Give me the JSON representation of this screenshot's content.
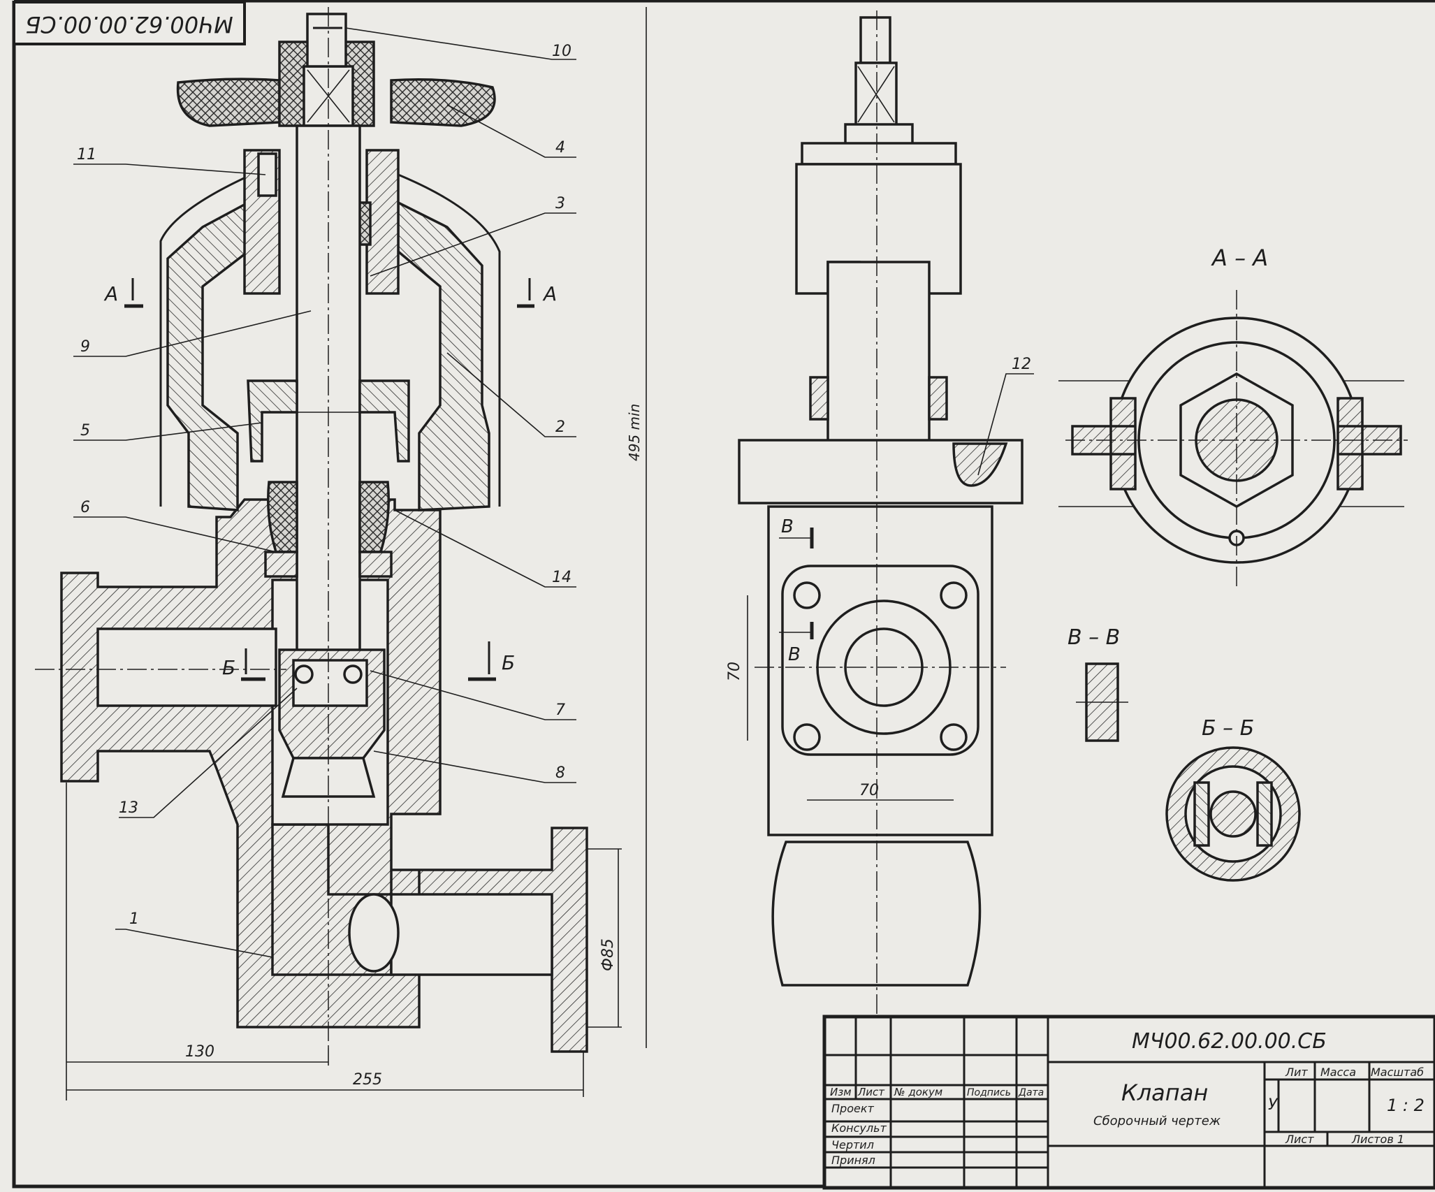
{
  "sheet_code_rotated": "МЧ00.62.00.00.СБ",
  "callouts": [
    "1",
    "2",
    "3",
    "4",
    "5",
    "6",
    "7",
    "8",
    "9",
    "10",
    "11",
    "12",
    "13",
    "14"
  ],
  "section_marks": {
    "a": "А",
    "b": "Б",
    "v": "В",
    "aa": "А – А",
    "bb": "Б – Б",
    "vv": "В – В"
  },
  "dimensions": {
    "d130": "130",
    "d255": "255",
    "d495": "495 min",
    "d85": "Ф85",
    "d70h": "70",
    "d70v": "70"
  },
  "title_block": {
    "code": "МЧ00.62.00.00.СБ",
    "name": "Клапан",
    "subtitle": "Сборочный чертеж",
    "col_izm": "Изм",
    "col_list": "Лист",
    "col_doc": "№ докум",
    "col_sign": "Подпись",
    "col_date": "Дата",
    "row_proekt": "Проект",
    "row_konsult": "Консульт",
    "row_chertil": "Чертил",
    "row_prinyal": "Принял",
    "lit": "Лит",
    "massa": "Масса",
    "masshtab": "Масштаб",
    "lit_value": "У",
    "scale_value": "1 : 2",
    "list_label": "Лист",
    "listov": "Листов 1"
  }
}
